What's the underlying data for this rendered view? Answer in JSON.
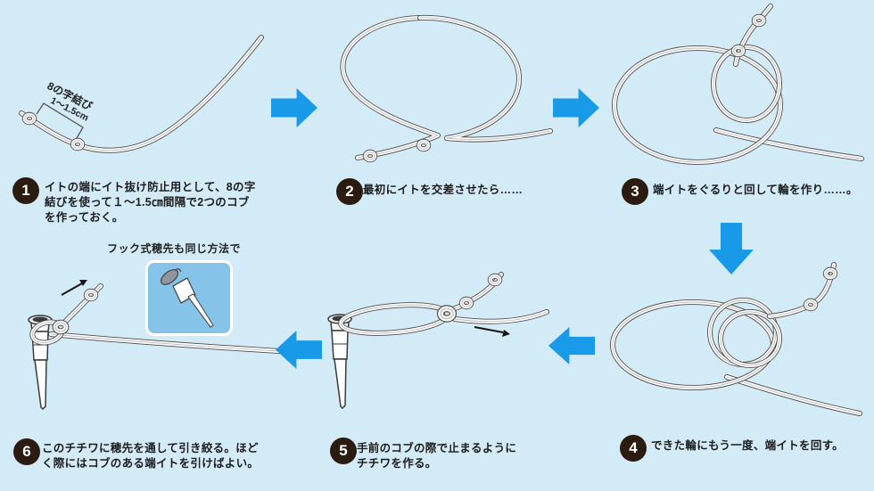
{
  "colors": {
    "background": "#d3eaf7",
    "flow_arrow": "#189ae8",
    "hook_box": "#85c3e8",
    "badge": "#2b1b11"
  },
  "steps": [
    {
      "num": "1",
      "lines": [
        "イトの端にイト抜け防止用として、8の字",
        "結びを使って１～1.5㎝間隔で2つのコブ",
        "を作っておく。"
      ]
    },
    {
      "num": "2",
      "lines": [
        "最初にイトを交差させたら……"
      ]
    },
    {
      "num": "3",
      "lines": [
        "端イトをぐるりと回して輪を作り……。"
      ]
    },
    {
      "num": "4",
      "lines": [
        "できた輪にもう一度、端イトを回す。"
      ]
    },
    {
      "num": "5",
      "lines": [
        "手前のコブの際で止まるように",
        "チチワを作る。"
      ]
    },
    {
      "num": "6",
      "lines": [
        "このチチワに穂先を通して引き絞る。ほど",
        "く際にはコブのある端イトを引けばよい。"
      ]
    }
  ],
  "annotations": {
    "knot_label_title": "8の字結び",
    "knot_label_size": "1～1.5cm",
    "hook_note": "フック式穂先も同じ方法で"
  }
}
